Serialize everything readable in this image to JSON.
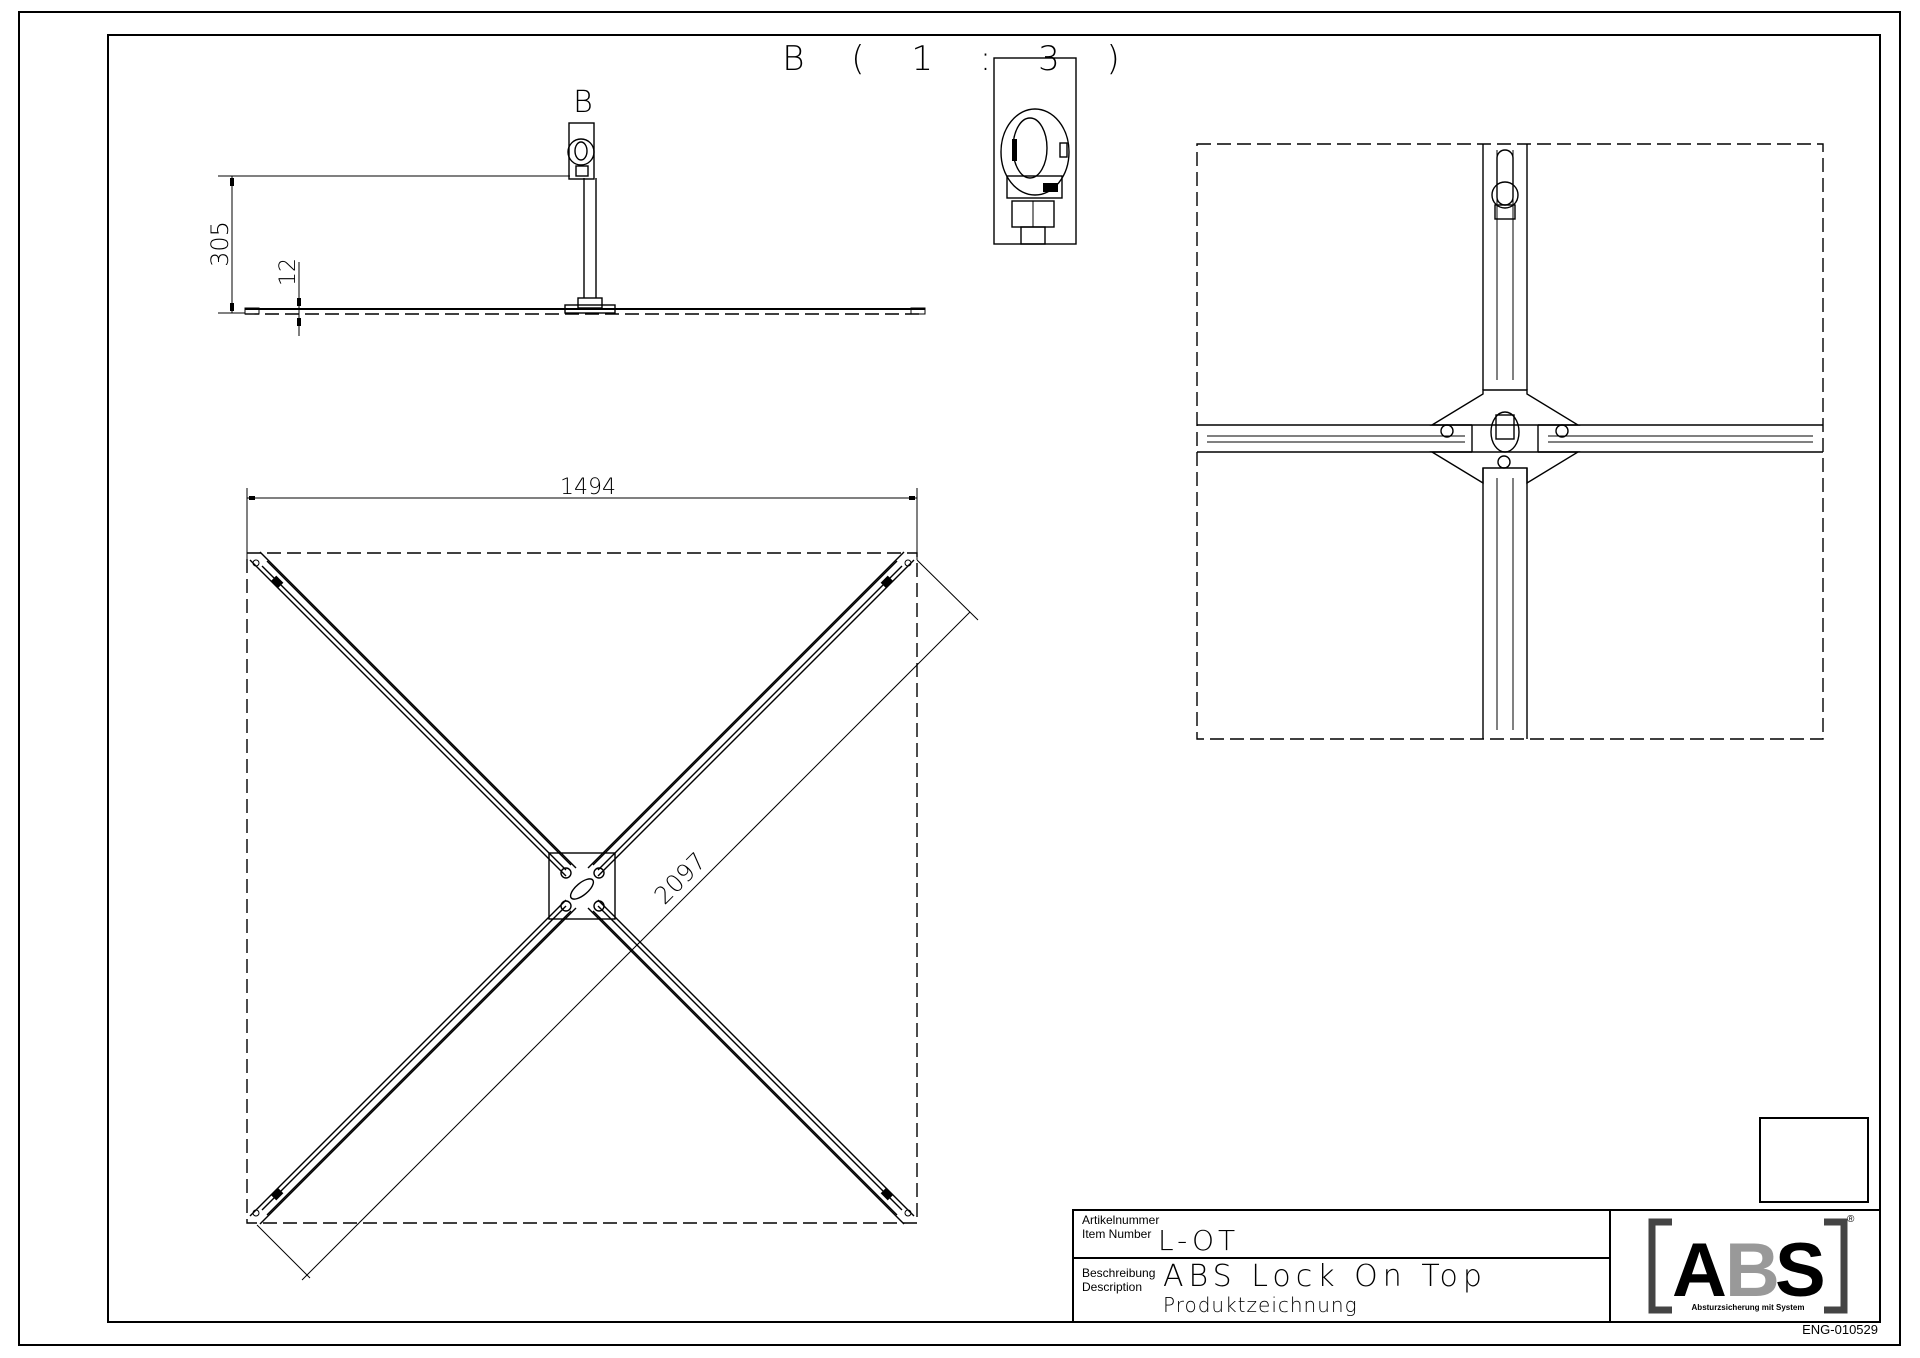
{
  "drawing": {
    "section_marker": "B",
    "detail_title": "B ( 1 : 3 )",
    "dimensions": {
      "height_total": "305",
      "base_thickness": "12",
      "width": "1494",
      "diagonal": "2097"
    }
  },
  "title_block": {
    "item_number_label_de": "Artikelnummer",
    "item_number_label_en": "Item Number",
    "item_number": "L-OT",
    "description_label_de": "Beschreibung",
    "description_label_en": "Description",
    "description": "ABS Lock On Top",
    "subtitle": "Produktzeichnung",
    "drawing_number": "ENG-010529"
  },
  "logo": {
    "letters": [
      "A",
      "B",
      "S"
    ],
    "tagline": "Absturzsicherung mit System",
    "registered": "®",
    "colors": {
      "primary": "#000000",
      "accent": "#999999",
      "bracket": "#444444"
    }
  }
}
